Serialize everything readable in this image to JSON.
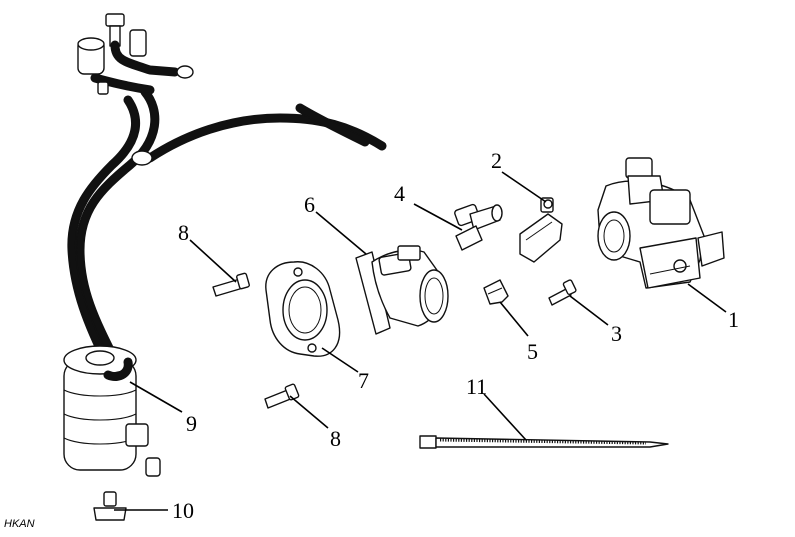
{
  "diagram": {
    "callouts": [
      "1",
      "2",
      "3",
      "4",
      "5",
      "6",
      "7",
      "8",
      "8",
      "9",
      "10",
      "11"
    ],
    "watermark": "HKAN"
  }
}
